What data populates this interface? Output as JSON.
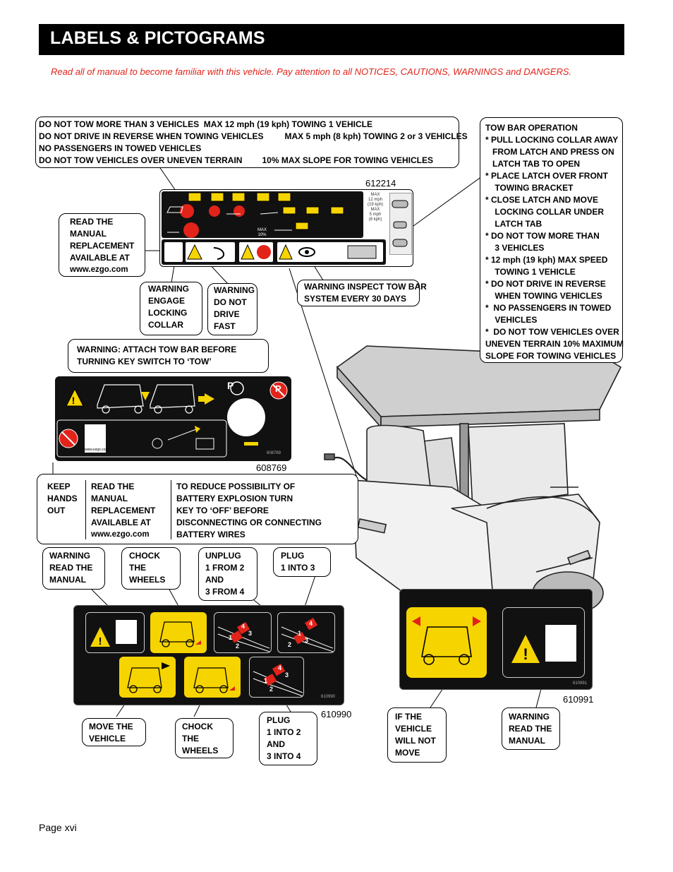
{
  "header": {
    "title": "LABELS & PICTOGRAMS"
  },
  "intro": "Read all of manual to become familiar with this vehicle. Pay attention to all NOTICES, CAUTIONS, WARNINGS and DANGERS.",
  "tow_rules": {
    "l1a": "DO NOT TOW MORE THAN 3 VEHICLES",
    "l1b": "MAX 12 mph (19 kph) TOWING 1 VEHICLE",
    "l2a": "DO NOT DRIVE IN REVERSE WHEN TOWING VEHICLES",
    "l2b": "MAX 5 mph (8 kph) TOWING 2 or 3 VEHICLES",
    "l3a": "NO PASSENGERS IN TOWED VEHICLES",
    "l4a": "DO NOT TOW VEHICLES OVER UNEVEN TERRAIN",
    "l4b": "10% MAX SLOPE FOR TOWING VEHICLES"
  },
  "tow_bar_operation": [
    "TOW BAR OPERATION",
    "* PULL LOCKING COLLAR AWAY",
    "   FROM LATCH AND PRESS ON",
    "   LATCH TAB TO OPEN",
    "* PLACE LATCH OVER FRONT",
    "    TOWING BRACKET",
    "* CLOSE LATCH AND MOVE",
    "    LOCKING COLLAR UNDER",
    "    LATCH TAB",
    "* DO NOT TOW MORE THAN",
    "    3 VEHICLES",
    "* 12 mph (19 kph) MAX SPEED",
    "    TOWING 1 VEHICLE",
    "* DO NOT DRIVE IN REVERSE",
    "    WHEN TOWING VEHICLES",
    "*  NO PASSENGERS IN TOWED",
    "    VEHICLES",
    "*  DO NOT TOW VEHICLES OVER",
    "UNEVEN TERRAIN 10% MAXIMUM",
    "SLOPE FOR TOWING VEHICLES"
  ],
  "read_manual": [
    "READ THE",
    "MANUAL",
    "REPLACEMENT",
    "AVAILABLE AT",
    "www.ezgo.com"
  ],
  "warn_collar": [
    "WARNING",
    "ENGAGE",
    "LOCKING",
    "COLLAR"
  ],
  "warn_fast": [
    "WARNING",
    "DO NOT",
    "DRIVE",
    "FAST"
  ],
  "warn_inspect": [
    "WARNING INSPECT TOW BAR",
    "SYSTEM EVERY 30 DAYS"
  ],
  "warn_attach": [
    "WARNING: ATTACH TOW BAR BEFORE",
    "TURNING KEY SWITCH TO ‘TOW’"
  ],
  "keep_hands": [
    "KEEP",
    "HANDS",
    "OUT"
  ],
  "read_manual2": [
    "READ THE",
    "MANUAL",
    "REPLACEMENT",
    "AVAILABLE AT",
    "www.ezgo.com"
  ],
  "battery": [
    "TO REDUCE POSSIBILITY OF",
    "BATTERY EXPLOSION TURN",
    "KEY TO ‘OFF’ BEFORE",
    "DISCONNECTING OR CONNECTING",
    "BATTERY WIRES"
  ],
  "warn_read": [
    "WARNING",
    "READ THE",
    "MANUAL"
  ],
  "chock1": [
    "CHOCK",
    "THE",
    "WHEELS"
  ],
  "unplug": [
    "UNPLUG",
    "1 FROM 2",
    "AND",
    "3 FROM 4"
  ],
  "plug13": [
    "PLUG",
    "1 INTO 3"
  ],
  "move": [
    "MOVE THE",
    "VEHICLE"
  ],
  "chock2": [
    "CHOCK",
    "THE",
    "WHEELS"
  ],
  "plug24": [
    "PLUG",
    "1 INTO 2",
    "AND",
    "3 INTO 4"
  ],
  "not_move": [
    "IF THE",
    "VEHICLE",
    "WILL NOT",
    "MOVE"
  ],
  "warn_read2": [
    "WARNING",
    "READ THE",
    "MANUAL"
  ],
  "part_numbers": {
    "p612214": "612214",
    "p608769": "608769",
    "p610990": "610990",
    "p610991": "610991"
  },
  "decal_text": {
    "max12": "MAX",
    "max12b": "12 mph",
    "max12c": "(19 kph)",
    "max5": "MAX",
    "max5b": "5 mph",
    "max5c": "(8 kph)",
    "max10": "MAX",
    "max10b": "10%",
    "ezgo": "www.ezgo.com",
    "p": "P",
    "n1": "1",
    "n2": "2",
    "n3": "3",
    "n4": "4"
  },
  "footer": {
    "page": "Page xvi"
  }
}
